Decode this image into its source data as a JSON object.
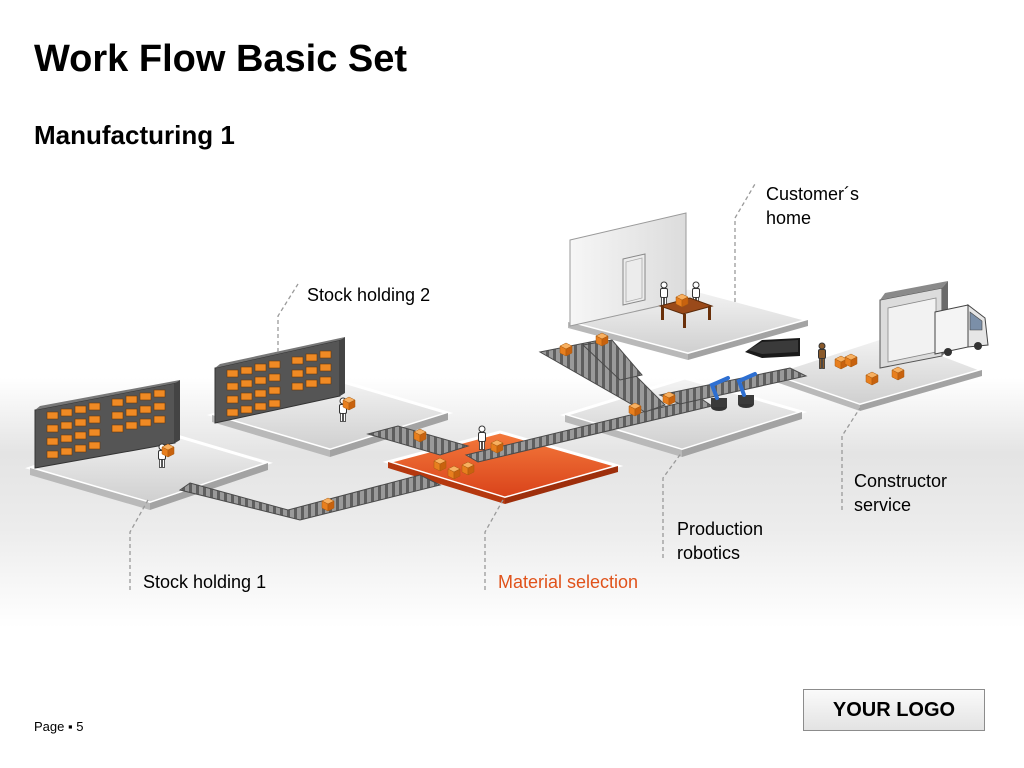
{
  "slide": {
    "title": "Work Flow Basic Set",
    "subtitle": "Manufacturing 1"
  },
  "labels": {
    "customers_home": "Customer´s\nhome",
    "stock_holding_2": "Stock holding 2",
    "stock_holding_1": "Stock holding 1",
    "material_selection": "Material selection",
    "production_robotics": "Production\nrobotics",
    "constructor_service": "Constructor\nservice"
  },
  "logo": {
    "text": "YOUR LOGO"
  },
  "footer": {
    "page_label": "Page",
    "page_number": "5"
  },
  "colors": {
    "accent": "#e0521a",
    "box": "#f08a24",
    "platform": "#d9d9d9",
    "conveyor": "#8a8a8a"
  },
  "icons": [
    "shelf-icon",
    "worker-icon",
    "box-icon",
    "conveyor-icon",
    "robot-arm-icon",
    "table-icon",
    "truck-icon",
    "arrow-icon",
    "door-icon"
  ]
}
